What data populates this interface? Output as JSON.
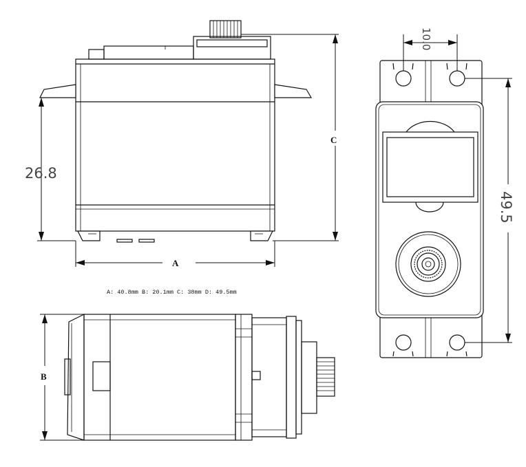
{
  "dimensions": {
    "height_label": "26.8",
    "hole_spacing_label": "10.0",
    "length_label": "49.5",
    "letter_a": "A",
    "letter_b": "B",
    "letter_c": "C"
  },
  "legend": {
    "text": "A: 40.8mm B: 20.1mm C: 38mm D: 49.5mm"
  }
}
